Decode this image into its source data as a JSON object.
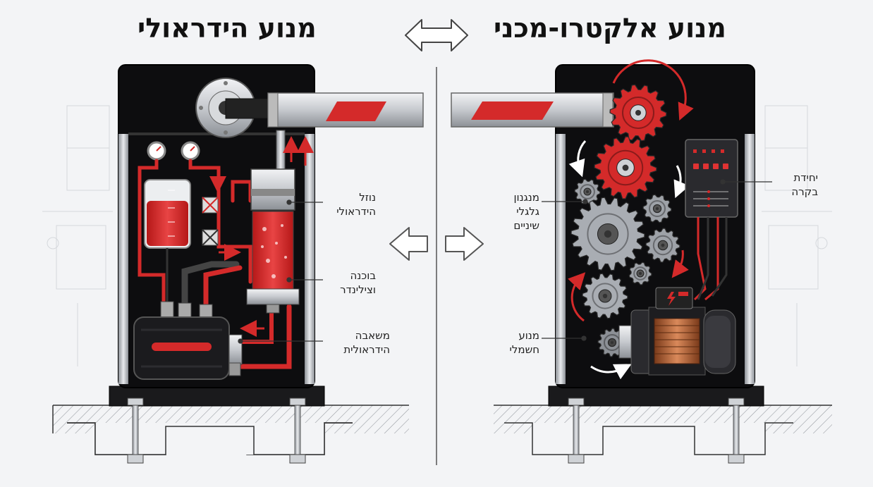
{
  "titles": {
    "hydraulic": "מנוע הידראולי",
    "electromechanical": "מנוע אלקטרו-מכני"
  },
  "hydraulic_labels": {
    "nozzle": [
      "נוזל",
      "הידראולי"
    ],
    "piston": [
      "בוכנה",
      "וצילינדר"
    ],
    "pump": [
      "משאבה",
      "הידראולית"
    ]
  },
  "electro_labels": {
    "gears": [
      "מנגנון",
      "גלגלי",
      "שיניים"
    ],
    "control": [
      "יחידת",
      "בקרה"
    ],
    "motor": [
      "מנוע",
      "חשמלי"
    ]
  },
  "icons": [
    "double-arrow-icon",
    "arrow-left-icon",
    "arrow-right-icon",
    "gear-icon",
    "lightning-icon"
  ],
  "colors": {
    "accent": "#d42a2a",
    "housing": "#0d0d0f",
    "steel": "#a9adb3",
    "background": "#f3f4f6"
  }
}
